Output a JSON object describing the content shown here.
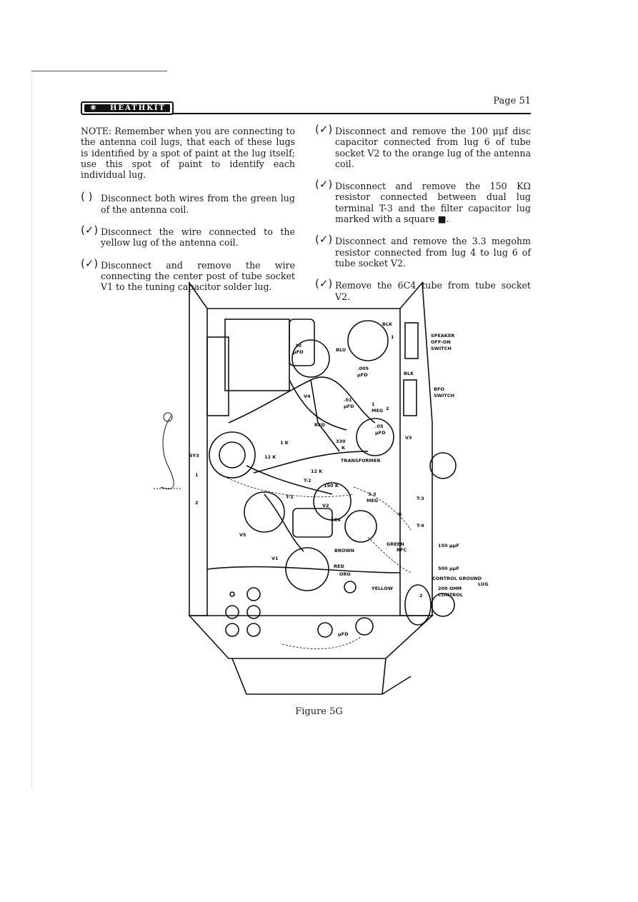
{
  "header": {
    "brand": "HEATHKIT",
    "page_label": "Page 51"
  },
  "left_column": {
    "note": "NOTE: Remember when you are connecting to the antenna coil lugs, that each of these lugs is identified by a spot of paint at the lug itself; use this spot of paint to identify each individual lug.",
    "steps": [
      {
        "mark": "( )",
        "text": "Disconnect both wires from the green lug of the antenna coil."
      },
      {
        "mark": "(✓)",
        "text": "Disconnect the wire connected to the yellow lug of the antenna coil."
      },
      {
        "mark": "(✓)",
        "text": "Disconnect and remove the wire connecting the center post of tube socket V1 to the tuning capacitor solder lug."
      }
    ]
  },
  "right_column": {
    "steps": [
      {
        "mark": "(✓)",
        "text": "Disconnect and remove the 100 μμf disc capacitor connected from lug 6 of tube socket V2 to the orange lug of the antenna coil."
      },
      {
        "mark": "(✓)",
        "text": "Disconnect and remove the 150 KΩ resistor connected between dual lug terminal T-3 and the filter capacitor lug marked with a square ■."
      },
      {
        "mark": "(✓)",
        "text": "Disconnect and remove the 3.3 megohm resistor connected from lug 4 to lug 6 of tube socket V2."
      },
      {
        "mark": "(✓)",
        "text": "Remove the 6C4 tube from tube socket V2."
      }
    ]
  },
  "figure": {
    "caption": "Figure 5G",
    "labels": {
      "speaker": "SPEAKER",
      "offon": "OFF-ON",
      "switch1": "SWITCH",
      "bfo": "BFO",
      "switch2": "SWITCH",
      "blk1": "BLK",
      "blk2": "BLK",
      "blu": "BLU",
      "red1": "RED",
      "red2": "RED",
      "mfd10a": "10",
      "mfd10b": "μFD",
      "cap005a": ".005",
      "cap005b": "μFD",
      "cap01a": ".01",
      "cap01b": "μFD",
      "cap05a": ".05",
      "cap05b": "μFD",
      "meg1": "1",
      "meg2": "MEG",
      "v1": "V1",
      "v2": "V2",
      "v3": "V3",
      "v4": "V4",
      "v5": "V5",
      "g": "G",
      "tube5y3": "5Y3",
      "tube6c4": "6C4",
      "r12ka": "12 K",
      "r12kb": "12 K",
      "r1k": "1 K",
      "r330a": "330",
      "r330b": "K",
      "r150k": "150 K",
      "r33a": "3.3",
      "r33b": "MEG",
      "transformer": "TRANSFORMER",
      "t1": "T-1",
      "t2": "T-2",
      "t3": "T-3",
      "t4": "T-4",
      "green": "GREEN",
      "rfc": "RFC",
      "brown": "BROWN",
      "org": "ORG",
      "yellow": "YELLOW",
      "uuf150": "150 μμF",
      "uuf500": "500 μμF",
      "ctrl_ground": "CONTROL GROUND",
      "lug": "LUG",
      "ohm": "200 OHM",
      "control": "CONTROL",
      "n1": "1",
      "n2": "2",
      "n3": "1",
      "n4": "2",
      "n5": "2",
      "mfd_bottom": "μFD"
    }
  }
}
